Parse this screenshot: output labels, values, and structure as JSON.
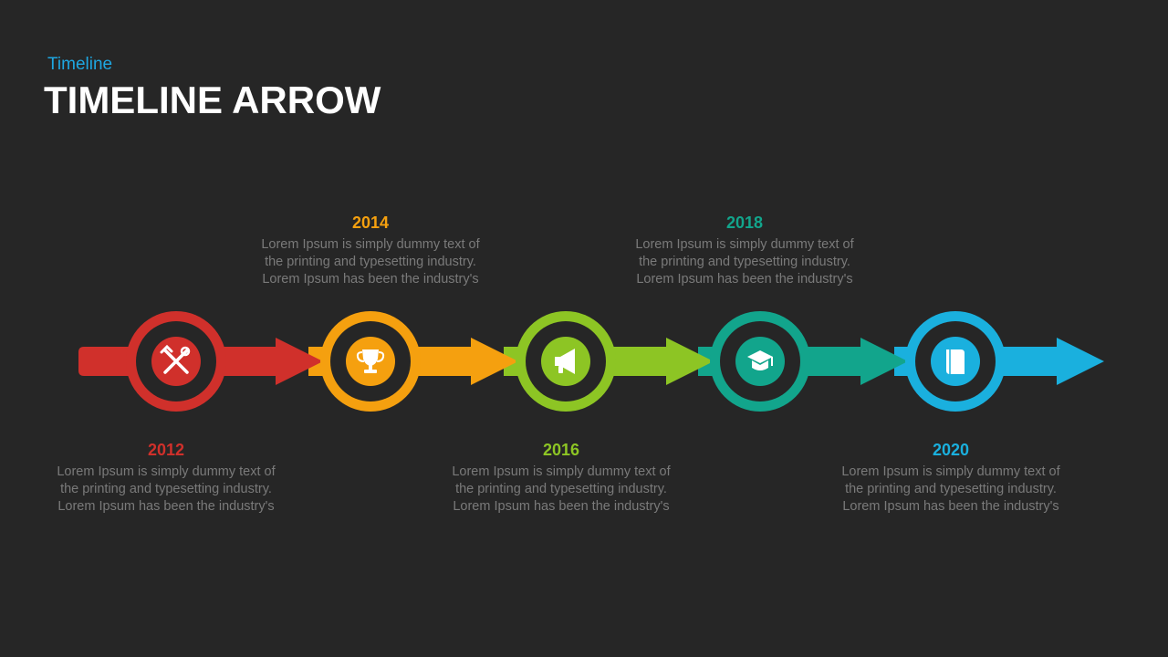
{
  "header": {
    "subtitle": "Timeline",
    "title": "TIMELINE ARROW"
  },
  "milestones": [
    {
      "year": "2012",
      "color": "#d0302b",
      "icon": "tools-icon",
      "lines": [
        "Lorem Ipsum  is simply dummy  text of",
        "the printing and typesetting industry.",
        "Lorem Ipsum  has been the industry's"
      ]
    },
    {
      "year": "2014",
      "color": "#f5a00f",
      "icon": "trophy-icon",
      "lines": [
        "Lorem Ipsum  is simply dummy  text of",
        "the printing and typesetting industry.",
        "Lorem Ipsum  has been the industry's"
      ]
    },
    {
      "year": "2016",
      "color": "#8dc524",
      "icon": "megaphone-icon",
      "lines": [
        "Lorem Ipsum  is simply dummy  text of",
        "the printing and typesetting industry.",
        "Lorem Ipsum  has been the industry's"
      ]
    },
    {
      "year": "2018",
      "color": "#12a58c",
      "icon": "graduation-cap-icon",
      "lines": [
        "Lorem Ipsum  is simply dummy  text of",
        "the printing and typesetting industry.",
        "Lorem Ipsum  has been the industry's"
      ]
    },
    {
      "year": "2020",
      "color": "#1ab0de",
      "icon": "book-icon",
      "lines": [
        "Lorem Ipsum  is simply dummy  text of",
        "the printing and typesetting industry.",
        "Lorem Ipsum  has been the industry's"
      ]
    }
  ]
}
